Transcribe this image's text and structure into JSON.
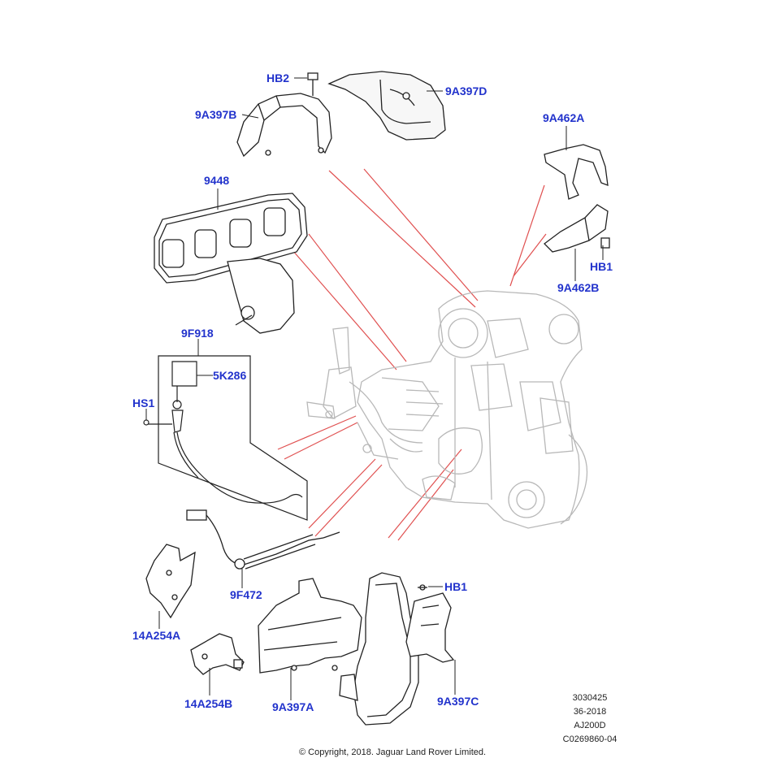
{
  "diagram": {
    "callouts": {
      "hb2": "HB2",
      "9a397d": "9A397D",
      "9a397b": "9A397B",
      "9a462a": "9A462A",
      "9448": "9448",
      "hb1_top": "HB1",
      "9a462b": "9A462B",
      "9f918": "9F918",
      "5k286": "5K286",
      "hs1": "HS1",
      "hb1_bottom": "HB1",
      "9f472": "9F472",
      "14a254a": "14A254A",
      "14a254b": "14A254B",
      "9a397a": "9A397A",
      "9a397c": "9A397C"
    },
    "reference": {
      "line1": "3030425",
      "line2": "36-2018",
      "line3": "AJ200D",
      "line4": "C0269860-04"
    },
    "copyright": "© Copyright, 2018. Jaguar Land Rover Limited.",
    "colors": {
      "callout_text": "#2233cc",
      "leader_line": "#e05050",
      "part_outline": "#222222",
      "engine_outline": "#b8b8b8"
    }
  }
}
